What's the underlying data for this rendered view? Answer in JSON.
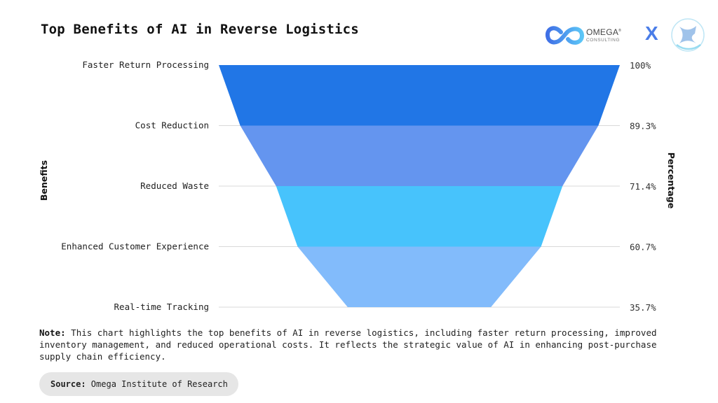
{
  "header": {
    "title": "Top Benefits of AI in Reverse Logistics",
    "logo": {
      "brand_name": "OMEGA",
      "brand_mark": "®",
      "brand_sub": "CONSULTING",
      "separator": "X",
      "icons": [
        "infinity-logo-icon",
        "partner-globe-icon"
      ]
    }
  },
  "chart_data": {
    "type": "funnel",
    "title": "Top Benefits of AI in Reverse Logistics",
    "xlabel": "",
    "ylabel_left": "Benefits",
    "ylabel_right": "Percentage",
    "categories": [
      "Faster Return Processing",
      "Cost Reduction",
      "Reduced Waste",
      "Enhanced Customer Experience",
      "Real-time Tracking"
    ],
    "values": [
      100,
      89.3,
      71.4,
      60.7,
      35.7
    ],
    "value_labels": [
      "100%",
      "89.3%",
      "71.4%",
      "60.7%",
      "35.7%"
    ],
    "unit": "%",
    "colors": [
      "#2176e6",
      "#6495ef",
      "#47c3fc",
      "#82bbfb"
    ],
    "grid": true
  },
  "footer": {
    "note_label": "Note:",
    "note_text": " This chart highlights the top benefits of AI in reverse logistics, including faster return processing, improved inventory management, and reduced operational costs. It reflects the strategic value of AI in enhancing post-purchase supply chain efficiency.",
    "source_label": "Source:",
    "source_text": " Omega Institute of Research"
  }
}
